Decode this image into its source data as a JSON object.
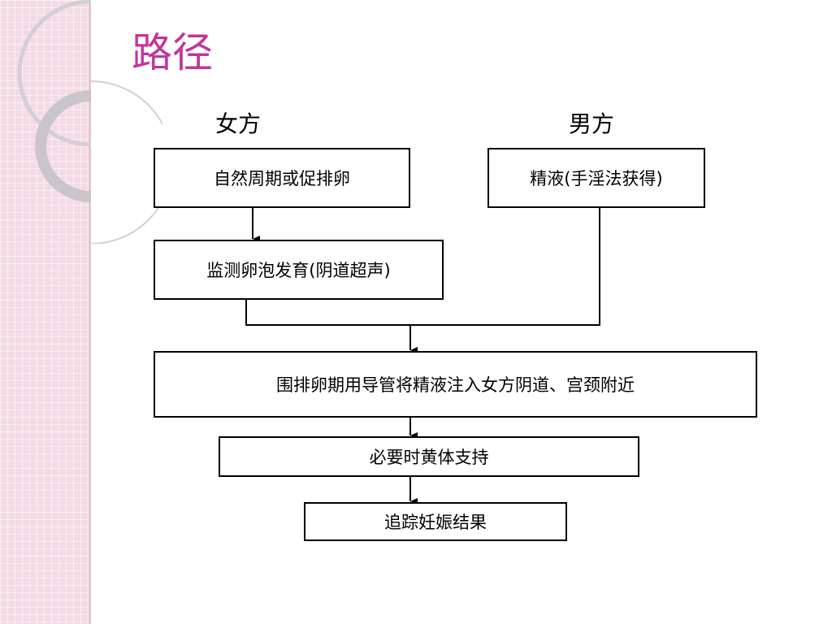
{
  "slide": {
    "title": "路径"
  },
  "flowchart": {
    "female_label": "女方",
    "male_label": "男方",
    "steps": {
      "ovulation": "自然周期或促排卵",
      "semen": "精液(手淫法获得)",
      "monitoring": "监测卵泡发育(阴道超声)",
      "insemination": "围排卵期用导管将精液注入女方阴道、宫颈附近",
      "luteal_support": "必要时黄体支持",
      "followup": "追踪妊娠结果"
    }
  },
  "colors": {
    "title": "#c0369c",
    "side_strip": "#f3dbe5",
    "line": "#000000"
  }
}
